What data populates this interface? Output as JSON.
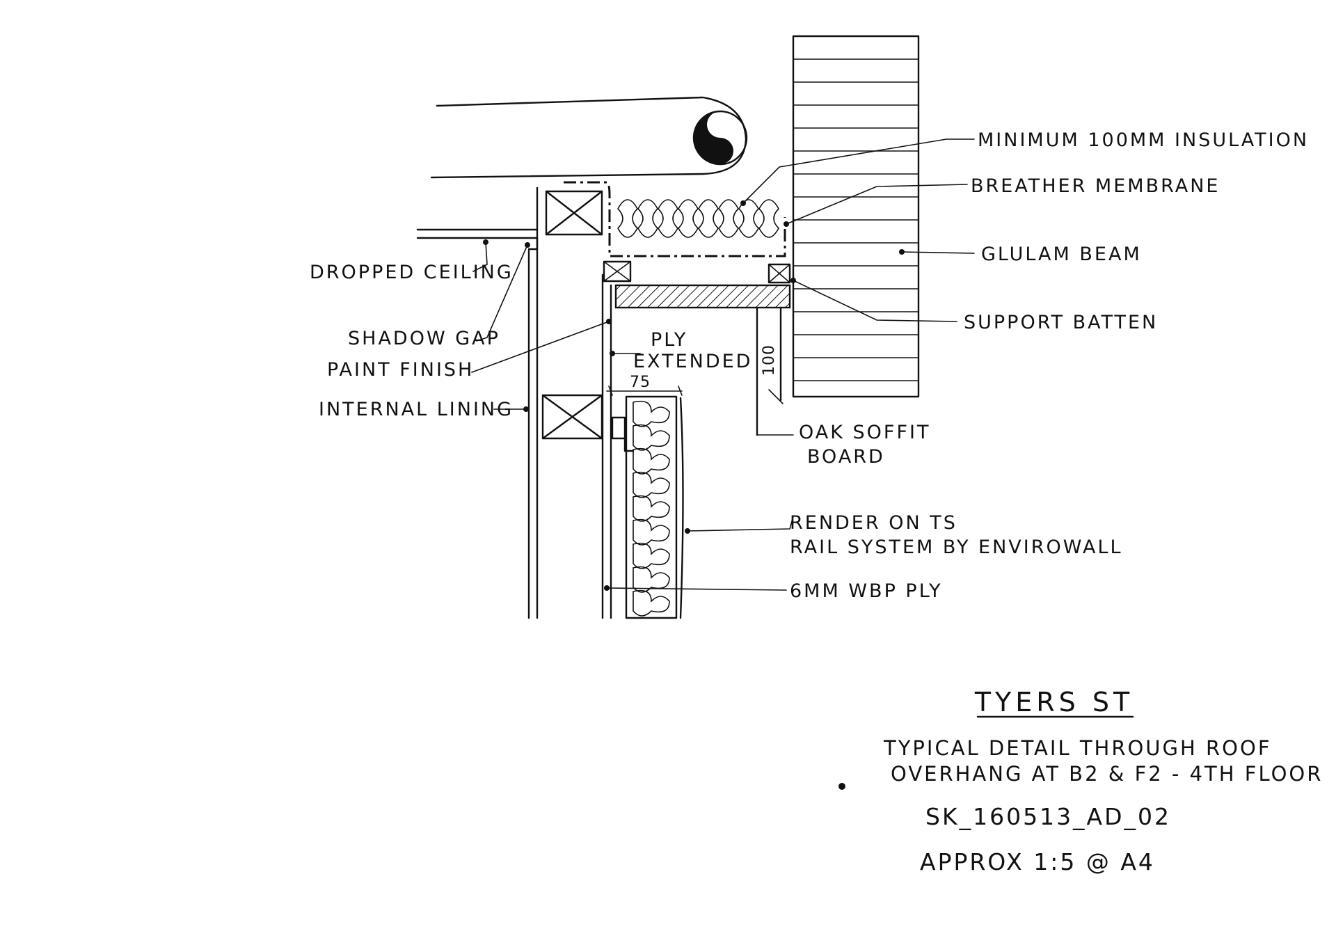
{
  "labels": {
    "insulation": "MINIMUM 100MM INSULATION",
    "breather_membrane": "BREATHER MEMBRANE",
    "glulam_beam": "GLULAM BEAM",
    "support_batten": "SUPPORT BATTEN",
    "dropped_ceiling": "DROPPED CEILING",
    "shadow_gap": "SHADOW GAP",
    "paint_finish": "PAINT FINISH",
    "ply_extended_line1": "PLY",
    "ply_extended_line2": "EXTENDED",
    "internal_lining": "INTERNAL LINING",
    "oak_soffit_line1": "OAK SOFFIT",
    "oak_soffit_line2": "BOARD",
    "render_line1": "RENDER ON TS",
    "render_line2": "RAIL SYSTEM BY ENVIROWALL",
    "wbp_ply": "6MM WBP PLY"
  },
  "dimensions": {
    "soffit_depth": "100",
    "wall_width": "75"
  },
  "title_block": {
    "project": "TYERS ST",
    "description_line1": "TYPICAL DETAIL THROUGH ROOF",
    "description_line2": "OVERHANG AT B2 & F2 - 4TH FLOOR",
    "drawing_ref": "SK_160513_AD_02",
    "scale": "APPROX 1:5 @ A4"
  },
  "colors": {
    "ink": "#111111",
    "paper": "#ffffff"
  }
}
